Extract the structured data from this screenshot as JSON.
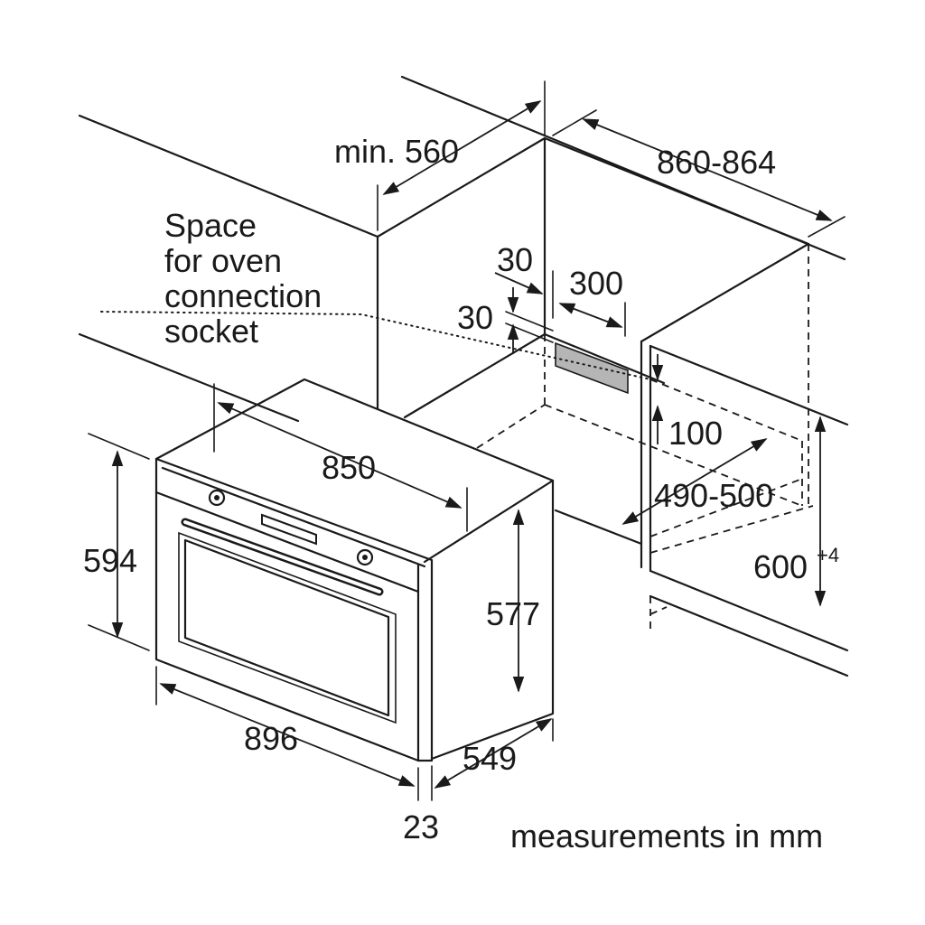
{
  "labels": {
    "min_depth": "min. 560",
    "niche_width": "860-864",
    "socket_line1": "Space",
    "socket_line2": "for oven",
    "socket_line3": "connection",
    "socket_line4": "socket",
    "offset_top": "30",
    "socket_width": "300",
    "offset_side": "30",
    "gap_100": "100",
    "depth_490_500": "490-500",
    "niche_height": "600",
    "niche_height_tol": "+4",
    "body_width": "850",
    "front_height": "594",
    "body_height": "577",
    "front_width": "896",
    "body_depth": "549",
    "front_thickness": "23",
    "units_note": "measurements in mm"
  },
  "colors": {
    "line": "#1a1a1a",
    "socket_fill": "#b5b5b5",
    "background": "#ffffff"
  }
}
